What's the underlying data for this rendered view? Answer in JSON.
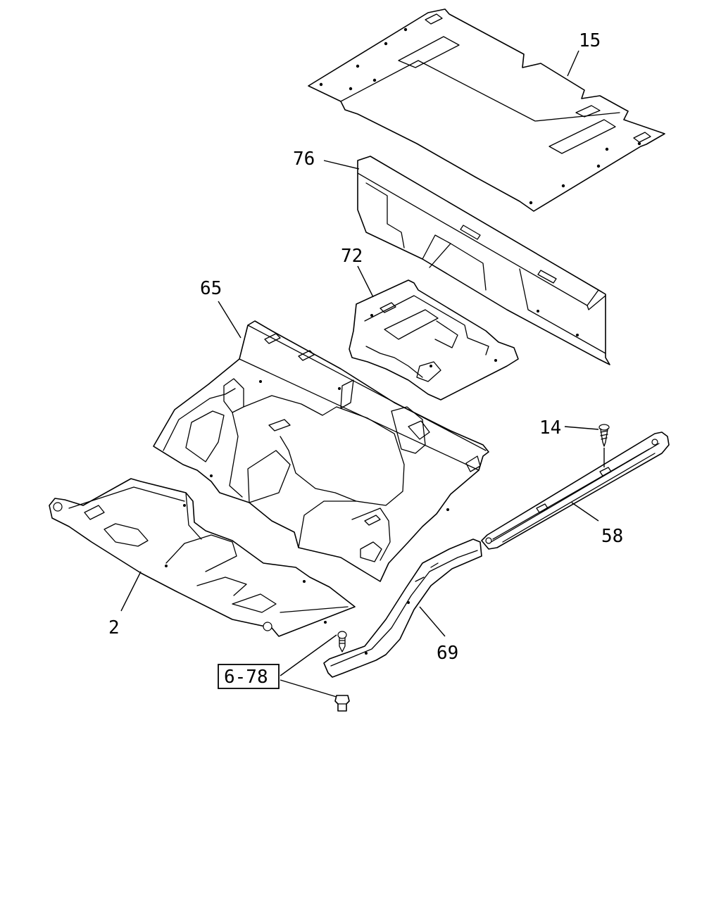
{
  "callouts": {
    "p15": "15",
    "p76": "76",
    "p72": "72",
    "p65": "65",
    "p14": "14",
    "p58": "58",
    "p2": "2",
    "p69": "69",
    "ref": "6-78"
  },
  "colors": {
    "line": "#000000",
    "background": "#ffffff"
  }
}
